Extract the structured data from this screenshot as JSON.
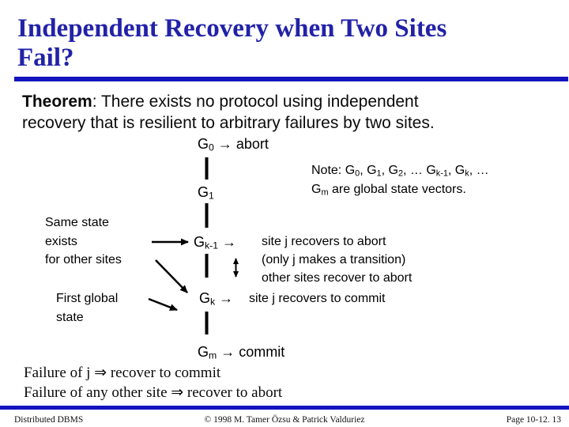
{
  "colors": {
    "title_blue": "#2222A8",
    "rule_blue": "#1414BE",
    "text_black": "#000000"
  },
  "title": {
    "lines": [
      "Independent Recovery when Two Sites",
      "Fail?"
    ]
  },
  "theorem": {
    "label": "Theorem",
    "line1_rest": ": There exists no protocol using independent",
    "line2": "recovery that is resilient to arbitrary failures by two sites."
  },
  "diagram": {
    "g0": [
      {
        "t": "G"
      },
      {
        "s": "0"
      },
      {
        "t": " → abort"
      }
    ],
    "g1": [
      {
        "t": "G"
      },
      {
        "s": "1"
      }
    ],
    "gk1": [
      {
        "t": "G"
      },
      {
        "s": "k-1"
      },
      {
        "t": " →"
      }
    ],
    "gk": [
      {
        "t": "G"
      },
      {
        "s": "k"
      },
      {
        "t": " →"
      }
    ],
    "gm": [
      {
        "t": "G"
      },
      {
        "s": "m"
      },
      {
        "t": " → commit"
      }
    ],
    "note_line1": [
      {
        "t": "Note: G"
      },
      {
        "s": "0"
      },
      {
        "t": ", G"
      },
      {
        "s": "1"
      },
      {
        "t": ", G"
      },
      {
        "s": "2"
      },
      {
        "t": ", … G"
      },
      {
        "s": "k-1"
      },
      {
        "t": ", G"
      },
      {
        "s": "k"
      },
      {
        "t": ", …"
      }
    ],
    "note_line2": [
      {
        "t": "G"
      },
      {
        "s": "m"
      },
      {
        "t": " are global state vectors."
      }
    ],
    "same_state_label": "Same state\nexists\nfor other sites",
    "first_global_label": "First global\nstate",
    "gk1_desc": "site j recovers to abort\n(only j makes a transition)\nother sites recover to abort",
    "gk_desc": "site j recovers to commit"
  },
  "failure": {
    "line1": "Failure of j ⇒ recover to commit",
    "line2": "Failure of any other site ⇒ recover to abort"
  },
  "footer": {
    "left": "Distributed DBMS",
    "center": "© 1998 M. Tamer Özsu & Patrick Valduriez",
    "right": "Page 10-12. 13"
  }
}
